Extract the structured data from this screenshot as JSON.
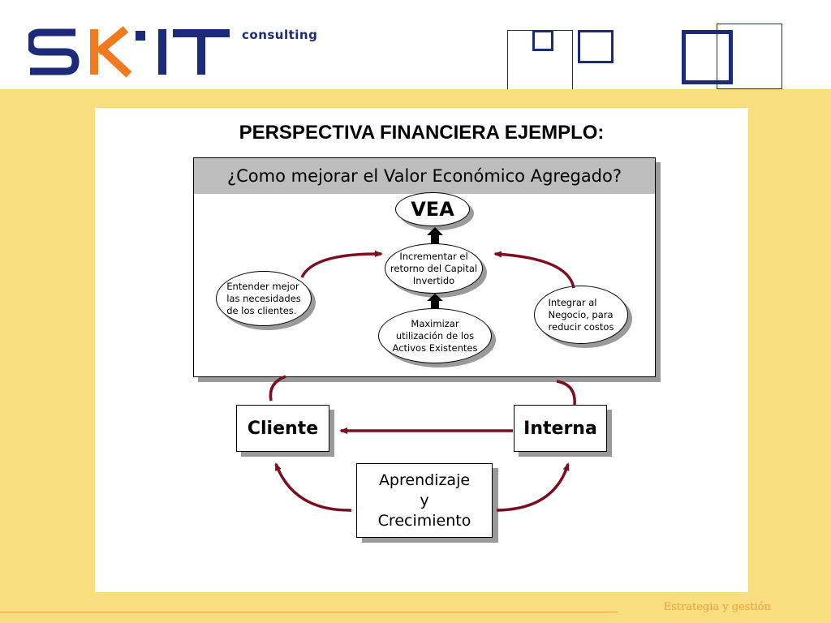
{
  "brand": {
    "logo_text": "SK:IT",
    "tagline": "consulting",
    "accent_colors": {
      "navy": "#1d2a7a",
      "orange": "#f07a20"
    }
  },
  "diagram": {
    "title": "PERSPECTIVA FINANCIERA EJEMPLO:",
    "question": "¿Como mejorar el Valor Económico Agregado?",
    "vea": "VEA",
    "center": "Incrementar el\nretorno del Capital\nInvertido",
    "left": "Entender mejor\nlas necesidades\nde los clientes.",
    "bottom": "Maximizar\nutilización de los\nActivos Existentes",
    "right": "Integrar al\nNegocio, para\nreducir costos",
    "cliente": "Cliente",
    "interna": "Interna",
    "aprendizaje": "Aprendizaje\ny\nCrecimiento",
    "arrow_color": "#7a0f22"
  },
  "footer": {
    "text": "Estrategia y gestión",
    "color": "#e8a040"
  }
}
